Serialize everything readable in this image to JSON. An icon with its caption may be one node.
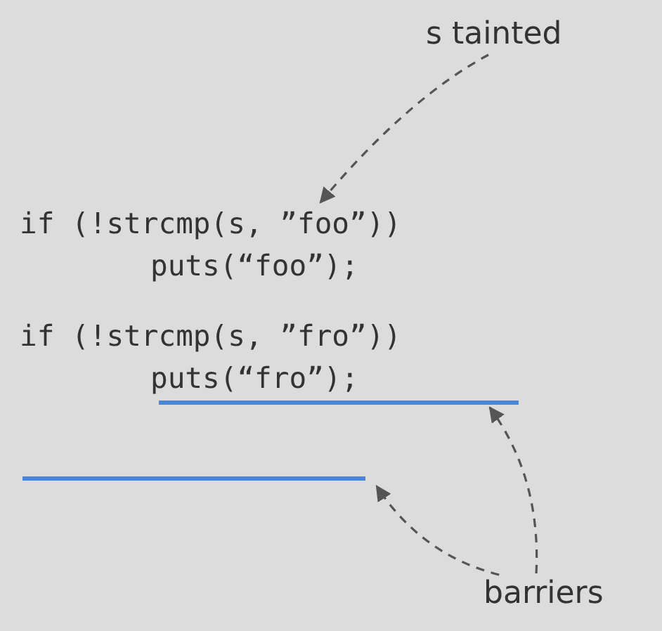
{
  "diagram": {
    "nodes": [
      {
        "text": [
          "s tainted"
        ]
      },
      {
        "text": [
          "if (!strcmp(s, ”foo”))"
        ]
      },
      {
        "text": [],
        "shape": "bar"
      },
      {
        "text": [],
        "shape": "bar"
      },
      {
        "text": [
          "barriers"
        ]
      }
    ],
    "edges": [
      {
        "from": 0,
        "to": 1,
        "arrow": "to",
        "style": "dashed"
      },
      {
        "from": 4,
        "to": 2,
        "arrow": "to",
        "style": "dashed"
      },
      {
        "from": 4,
        "to": 3,
        "arrow": "to",
        "style": "dashed"
      }
    ],
    "labels": [
      "puts(“foo”);",
      "if (!strcmp(s, ”fro”))",
      "puts(“fro”);"
    ]
  }
}
